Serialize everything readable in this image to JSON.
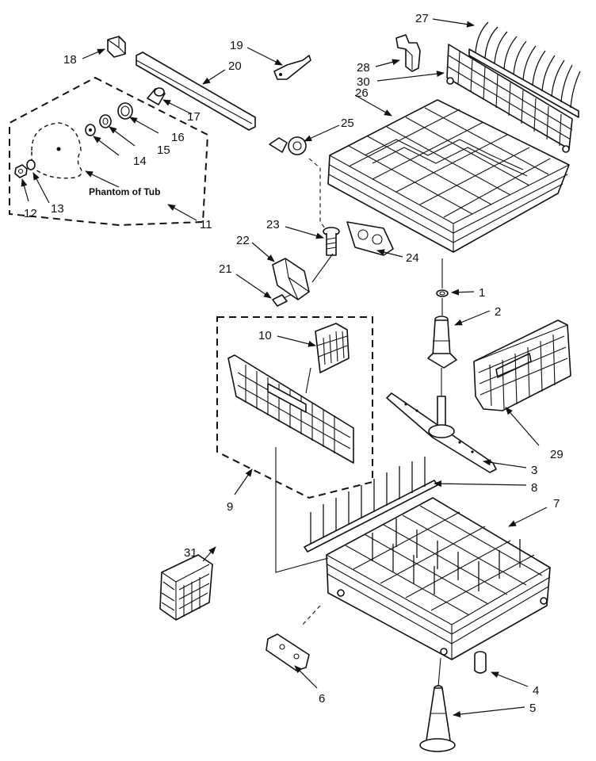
{
  "note": "Phantom of Tub",
  "callouts": [
    {
      "id": "c1",
      "label": "1"
    },
    {
      "id": "c2",
      "label": "2"
    },
    {
      "id": "c3",
      "label": "3"
    },
    {
      "id": "c4",
      "label": "4"
    },
    {
      "id": "c5",
      "label": "5"
    },
    {
      "id": "c6",
      "label": "6"
    },
    {
      "id": "c7",
      "label": "7"
    },
    {
      "id": "c8",
      "label": "8"
    },
    {
      "id": "c9",
      "label": "9"
    },
    {
      "id": "c10",
      "label": "10"
    },
    {
      "id": "c11",
      "label": "11"
    },
    {
      "id": "c12",
      "label": "12"
    },
    {
      "id": "c13",
      "label": "13"
    },
    {
      "id": "c14",
      "label": "14"
    },
    {
      "id": "c15",
      "label": "15"
    },
    {
      "id": "c16",
      "label": "16"
    },
    {
      "id": "c17",
      "label": "17"
    },
    {
      "id": "c18",
      "label": "18"
    },
    {
      "id": "c19",
      "label": "19"
    },
    {
      "id": "c20",
      "label": "20"
    },
    {
      "id": "c21",
      "label": "21"
    },
    {
      "id": "c22",
      "label": "22"
    },
    {
      "id": "c23",
      "label": "23"
    },
    {
      "id": "c24",
      "label": "24"
    },
    {
      "id": "c25",
      "label": "25"
    },
    {
      "id": "c26",
      "label": "26"
    },
    {
      "id": "c27",
      "label": "27"
    },
    {
      "id": "c28",
      "label": "28"
    },
    {
      "id": "c29",
      "label": "29"
    },
    {
      "id": "c30",
      "label": "30"
    },
    {
      "id": "c31",
      "label": "31"
    }
  ]
}
